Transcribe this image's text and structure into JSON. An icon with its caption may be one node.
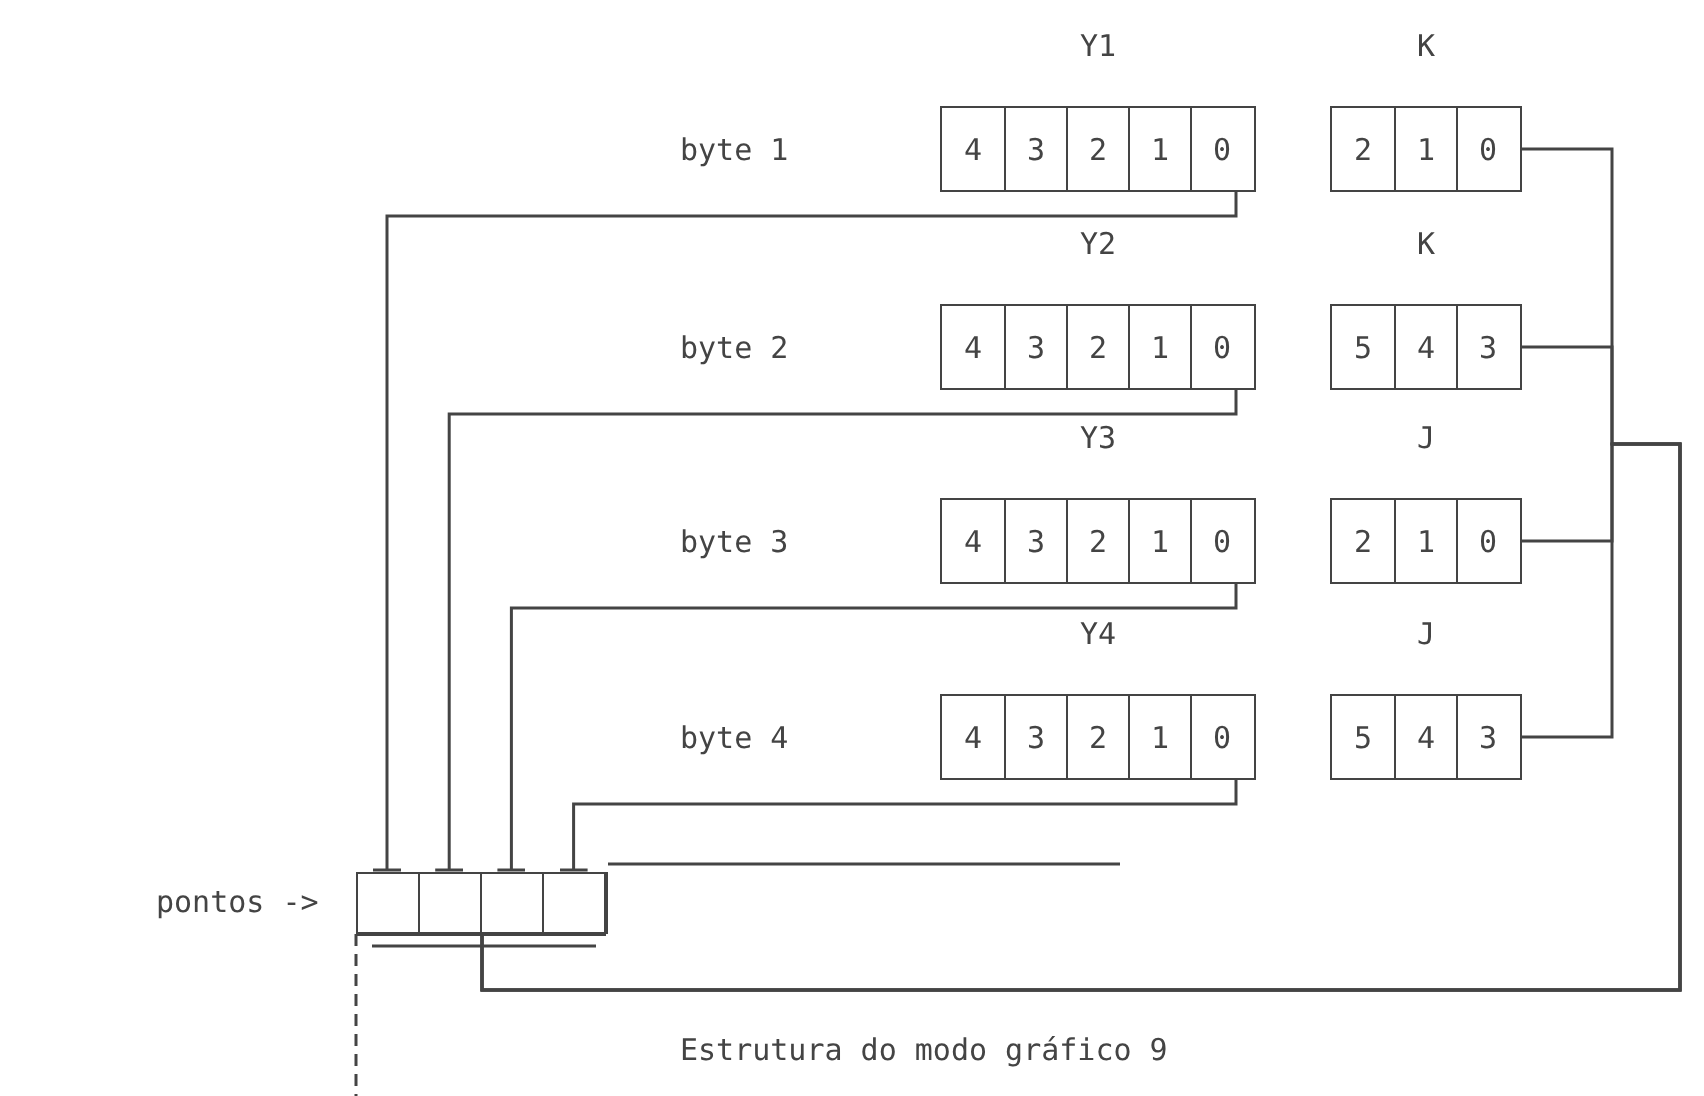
{
  "diagram": {
    "caption": "Estrutura do modo gráfico 9",
    "nodes": [
      {
        "text": [
          "Y1"
        ]
      },
      {
        "text": [
          "4"
        ],
        "in": 0
      },
      {
        "text": [
          "3"
        ],
        "in": 0
      },
      {
        "text": [
          "2"
        ],
        "in": 0
      },
      {
        "text": [
          "1"
        ],
        "in": 0
      },
      {
        "text": [
          "0"
        ],
        "in": 0
      },
      {
        "text": [
          "K"
        ]
      },
      {
        "text": [
          "2"
        ],
        "in": 6
      },
      {
        "text": [
          "1"
        ],
        "in": 6
      },
      {
        "text": [
          "0"
        ],
        "in": 6
      },
      {
        "text": [
          "Y2"
        ]
      },
      {
        "text": [
          "4"
        ],
        "in": 10
      },
      {
        "text": [
          "3"
        ],
        "in": 10
      },
      {
        "text": [
          "2"
        ],
        "in": 10
      },
      {
        "text": [
          "1"
        ],
        "in": 10
      },
      {
        "text": [
          "0"
        ],
        "in": 10
      },
      {
        "text": [
          "K"
        ]
      },
      {
        "text": [
          "5"
        ],
        "in": 16
      },
      {
        "text": [
          "4"
        ],
        "in": 16
      },
      {
        "text": [
          "3"
        ],
        "in": 16
      },
      {
        "text": [
          "Y3"
        ]
      },
      {
        "text": [
          "4"
        ],
        "in": 20
      },
      {
        "text": [
          "3"
        ],
        "in": 20
      },
      {
        "text": [
          "2"
        ],
        "in": 20
      },
      {
        "text": [
          "1"
        ],
        "in": 20
      },
      {
        "text": [
          "0"
        ],
        "in": 20
      },
      {
        "text": [
          "J"
        ]
      },
      {
        "text": [
          "2"
        ],
        "in": 26
      },
      {
        "text": [
          "1"
        ],
        "in": 26
      },
      {
        "text": [
          "0"
        ],
        "in": 26
      },
      {
        "text": [
          "Y4"
        ]
      },
      {
        "text": [
          "4"
        ],
        "in": 30
      },
      {
        "text": [
          "3"
        ],
        "in": 30
      },
      {
        "text": [
          "2"
        ],
        "in": 30
      },
      {
        "text": [
          "1"
        ],
        "in": 30
      },
      {
        "text": [
          "0"
        ],
        "in": 30
      },
      {
        "text": [
          "J"
        ]
      },
      {
        "text": [
          "5"
        ],
        "in": 36
      },
      {
        "text": [
          "4"
        ],
        "in": 36
      },
      {
        "text": [
          "3"
        ],
        "in": 36
      },
      {
        "text": [],
        "shape": "box"
      },
      {
        "text": [],
        "shape": "box",
        "in": 40
      },
      {
        "text": [],
        "shape": "box",
        "in": 40
      },
      {
        "text": [],
        "shape": "box",
        "in": 40
      },
      {
        "text": [],
        "shape": "box",
        "in": 40
      }
    ],
    "edges": [
      {
        "from": 0,
        "to": 41,
        "arrow": "other"
      },
      {
        "from": 10,
        "to": 42,
        "arrow": "other"
      },
      {
        "from": 20,
        "to": 43,
        "arrow": "other"
      },
      {
        "from": 30,
        "to": 44,
        "arrow": "other"
      },
      {
        "from": 6,
        "to": 40,
        "arrow": "none"
      },
      {
        "from": 16,
        "to": 40,
        "arrow": "none"
      },
      {
        "from": 26,
        "to": 40,
        "arrow": "none"
      },
      {
        "from": 36,
        "to": 40,
        "arrow": "none"
      }
    ],
    "labels": [
      "byte 1",
      "byte 2",
      "byte 3",
      "byte 4",
      "pontos ->"
    ]
  }
}
